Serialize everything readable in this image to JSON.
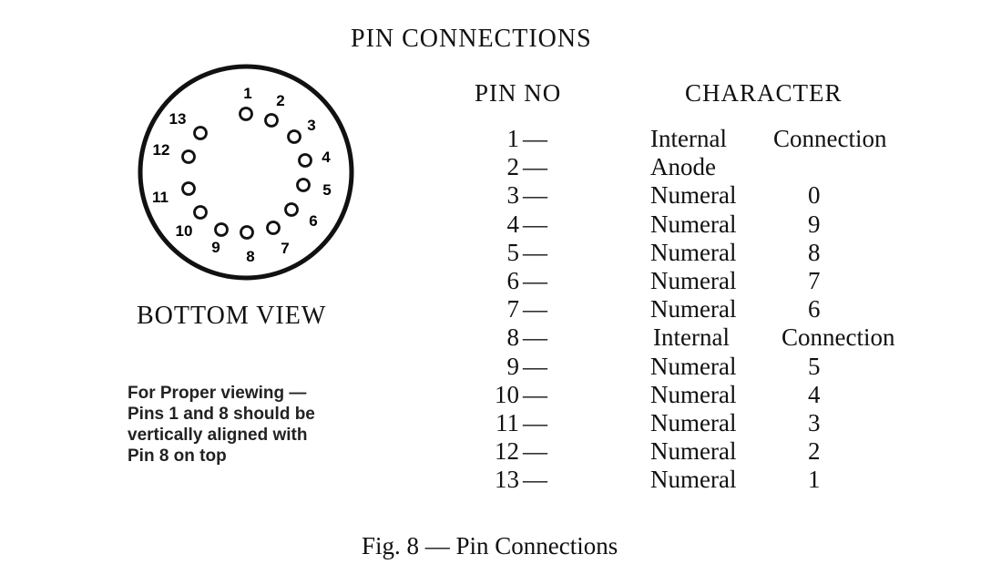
{
  "title": "PIN CONNECTIONS",
  "table": {
    "headers": {
      "pin_no": "PIN NO",
      "character": "CHARACTER"
    },
    "dash": "—",
    "rows": [
      {
        "pin": "1",
        "name": "Internal",
        "value": "Connection"
      },
      {
        "pin": "2",
        "name": "Anode",
        "value": ""
      },
      {
        "pin": "3",
        "name": "Numeral",
        "value": "0"
      },
      {
        "pin": "4",
        "name": "Numeral",
        "value": "9"
      },
      {
        "pin": "5",
        "name": "Numeral",
        "value": "8"
      },
      {
        "pin": "6",
        "name": "Numeral",
        "value": "7"
      },
      {
        "pin": "7",
        "name": "Numeral",
        "value": "6"
      },
      {
        "pin": "8",
        "name": "Internal",
        "value": "Connection"
      },
      {
        "pin": "9",
        "name": "Numeral",
        "value": "5"
      },
      {
        "pin": "10",
        "name": "Numeral",
        "value": "4"
      },
      {
        "pin": "11",
        "name": "Numeral",
        "value": "3"
      },
      {
        "pin": "12",
        "name": "Numeral",
        "value": "2"
      },
      {
        "pin": "13",
        "name": "Numeral",
        "value": "1"
      }
    ]
  },
  "diagram": {
    "label": "BOTTOM VIEW",
    "pin_labels": [
      "1",
      "2",
      "3",
      "4",
      "5",
      "6",
      "7",
      "8",
      "9",
      "10",
      "11",
      "12",
      "13"
    ]
  },
  "note": {
    "lines": [
      "For Proper viewing —",
      "Pins 1 and 8 should be",
      "vertically aligned with",
      "Pin 8 on top"
    ]
  },
  "caption": "Fig. 8 — Pin Connections"
}
